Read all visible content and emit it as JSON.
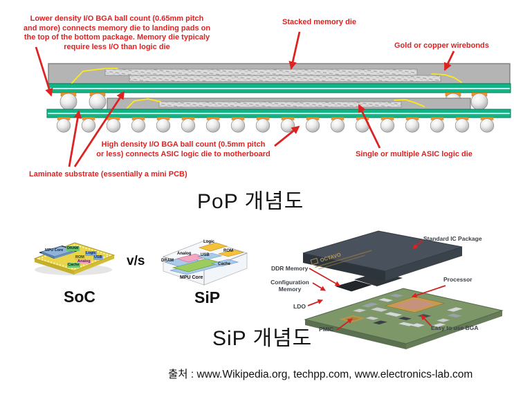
{
  "colors": {
    "annotation_red": "#dd2222",
    "substrate_green": "#12b586",
    "pad_orange": "#f09429",
    "mold_gray": "#b4b4b4",
    "wirebond_yellow": "#ffe81a"
  },
  "pop": {
    "title": "PoP 개념도",
    "ann": {
      "lower_density": "Lower density I/O  BGA ball count (0.65mm pitch\nand more) connects memory die to landing pads on\nthe top of the bottom package. Memory die typicaly\nrequire less I/O than logic die",
      "stacked_memory": "Stacked memory die",
      "wirebonds": "Gold or copper wirebonds",
      "high_density": "High density I/O BGA ball count (0.5mm pitch\nor less) connects ASIC logic die to motherboard",
      "single_asic": "Single or multiple ASIC logic die",
      "laminate": "Laminate substrate (essentially a mini PCB)"
    }
  },
  "comparison": {
    "vs": "v/s",
    "soc": {
      "caption": "SoC",
      "blocks": {
        "dram": "DRAM",
        "mpu": "MPU Core",
        "logic": "Logic",
        "usb": "USB",
        "rom": "ROM",
        "analog": "Analog",
        "cache": "Cache"
      }
    },
    "sip": {
      "caption": "SiP",
      "blocks": {
        "logic": "Logic",
        "rom": "ROM",
        "analog": "Analog",
        "usb": "USB",
        "dram": "DRAM",
        "cache": "Cache",
        "mpu": "MPU Core"
      }
    }
  },
  "sip_photo": {
    "chip_brand": "OCTAVO",
    "labels": {
      "standard_ic": "Standard IC Package",
      "ddr": "DDR Memory",
      "config": "Configuration\nMemory",
      "processor": "Processor",
      "ldo": "LDO",
      "pmic": "PMIC",
      "bga": "Easy to use BGA"
    }
  },
  "sip_title": "SiP 개념도",
  "source": "출처 : www.Wikipedia.org, techpp.com, www.electronics-lab.com"
}
